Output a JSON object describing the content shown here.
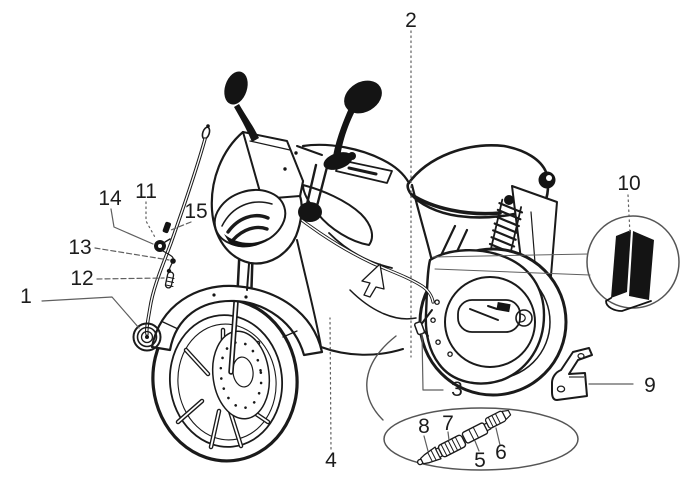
{
  "figure": {
    "kind": "motorcycle-parts-exploded-diagram",
    "background_color": "#ffffff",
    "line_color": "#1a1a1a",
    "ink_color": "#141414",
    "leader_color": "#5f5f5f",
    "magnifier_color": "#555555",
    "callouts": [
      "1",
      "2",
      "3",
      "4",
      "5",
      "6",
      "7",
      "8",
      "9",
      "10",
      "11",
      "12",
      "13",
      "14",
      "15"
    ]
  }
}
